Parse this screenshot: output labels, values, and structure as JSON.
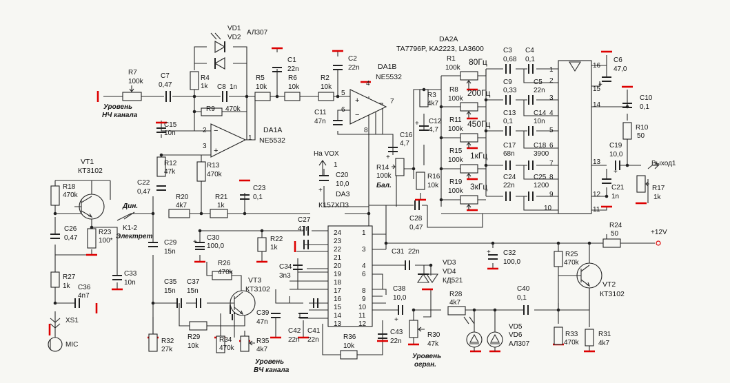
{
  "ic": {
    "da2a_name": "DA2A",
    "da2a_types": "TA7796P, KA2223, LA3600",
    "da1b_name": "DA1B",
    "da1b_type": "NE5532",
    "da1a_name": "DA1A",
    "da1a_type": "NE5532",
    "da3_name": "DA3",
    "da3_type": "К157ХП3"
  },
  "pins": {
    "da1b_4": "4",
    "da1b_5": "5",
    "da1b_6": "6",
    "da1b_7": "7",
    "da1b_8": "8",
    "da1a_1": "1",
    "da1a_2": "2",
    "da1a_3": "3",
    "da2a": [
      "1",
      "2",
      "3",
      "4",
      "5",
      "6",
      "7",
      "8",
      "9",
      "10",
      "11",
      "12",
      "13",
      "14",
      "15",
      "16"
    ],
    "da3_left": [
      "24",
      "23",
      "22",
      "21",
      "20",
      "19",
      "18",
      "17",
      "16",
      "15",
      "14",
      "13"
    ],
    "da3_right": [
      "1",
      "3",
      "4",
      "6",
      "8",
      "9",
      "10",
      "11",
      "12"
    ]
  },
  "parts": {
    "VD1": "VD1",
    "VD2": "VD2",
    "AL307a": "АЛ307",
    "R7": "R7",
    "R7v": "100k",
    "C7": "C7",
    "C7v": "0,47",
    "R4": "R4",
    "R4v": "1k",
    "C8": "C8",
    "C8v": "1n",
    "R9": "R9",
    "R9v": "470k",
    "R5": "R5",
    "R5v": "10k",
    "C1": "C1",
    "C1v": "22n",
    "R6": "R6",
    "R6v": "10k",
    "C2": "C2",
    "C2v": "22n",
    "R2": "R2",
    "R2v": "10k",
    "C11": "C11",
    "C11v": "47n",
    "C15": "C15",
    "C15v": "10n",
    "R12": "R12",
    "R12v": "47k",
    "R13": "R13",
    "R13v": "470k",
    "C22": "C22",
    "C22v": "0,47",
    "R20": "R20",
    "R20v": "4k7",
    "R21": "R21",
    "R21v": "1k",
    "C23": "C23",
    "C23v": "0,1",
    "VT1": "VT1",
    "VT1t": "КТ3102",
    "R18": "R18",
    "R18v": "470k",
    "R23": "R23",
    "R23v": "100*",
    "C26": "C26",
    "C26v": "0,47",
    "C33": "C33",
    "C33v": "10n",
    "R27": "R27",
    "R27v": "1k",
    "C36": "C36",
    "C36v": "4n7",
    "XS1": "XS1",
    "MIC": "MIC",
    "K12": "K1-2",
    "C29": "C29",
    "C29v": "15n",
    "C30": "C30",
    "C30v": "100,0",
    "R22": "R22",
    "R22v": "1k",
    "C27": "C27",
    "C27v": "47n",
    "C35": "C35",
    "C35v": "15n",
    "C37": "C37",
    "C37v": "15n",
    "R26": "R26",
    "R26v": "470k",
    "VT3": "VT3",
    "VT3t": "КТ3102",
    "R29": "R29",
    "R29v": "10k",
    "R32": "R32",
    "R32v": "27k",
    "R34": "R34",
    "R34v": "470k",
    "R35": "R35",
    "R35v": "4k7",
    "C39": "C39",
    "C39v": "47n",
    "C34": "C34",
    "C34v": "3n3",
    "C42": "C42",
    "C42v": "22n",
    "C41": "C41",
    "C41v": "22n",
    "R36": "R36",
    "R36v": "10k",
    "C43": "C43",
    "C43v": "22n",
    "C20": "C20",
    "C20v": "10,0",
    "one": "1",
    "R3": "R3",
    "R3v": "4k7",
    "C12": "C12",
    "C12v": "4,7",
    "C16": "C16",
    "C16v": "4,7",
    "R14": "R14",
    "R14v": "100k",
    "R16": "R16",
    "R16v": "10k",
    "C28": "C28",
    "C28v": "0,47",
    "R1": "R1",
    "R1v": "100k",
    "R8": "R8",
    "R8v": "100k",
    "R11": "R11",
    "R11v": "100k",
    "R15": "R15",
    "R15v": "100k",
    "R19": "R19",
    "R19v": "100k",
    "C3": "C3",
    "C3v": "0,68",
    "C4": "C4",
    "C4v": "0,1",
    "C9": "C9",
    "C9v": "0,33",
    "C5": "C5",
    "C5v": "22n",
    "C13": "C13",
    "C13v": "0,1",
    "C14": "C14",
    "C14v": "10n",
    "C17": "C17",
    "C17v": "68n",
    "C18": "C18",
    "C18v": "3900",
    "C24": "C24",
    "C24v": "22n",
    "C25": "C25",
    "C25v": "1200",
    "C6": "C6",
    "C6v": "47,0",
    "C10": "C10",
    "C10v": "0,1",
    "R10": "R10",
    "R10v": "50",
    "C19": "C19",
    "C19v": "10,0",
    "C21": "C21",
    "C21v": "1n",
    "R17": "R17",
    "R17v": "1k",
    "R24": "R24",
    "R24v": "50",
    "C31": "C31",
    "C31v": "22n",
    "VD3": "VD3",
    "VD4": "VD4",
    "KD521": "КД521",
    "C32": "C32",
    "C32v": "100,0",
    "C38": "C38",
    "C38v": "10,0",
    "R28": "R28",
    "R28v": "4k7",
    "C40": "C40",
    "C40v": "0,1",
    "R30": "R30",
    "R30v": "47k",
    "VD5": "VD5",
    "VD6": "VD6",
    "AL307b": "АЛ307",
    "R25": "R25",
    "R25v": "470k",
    "VT2": "VT2",
    "VT2t": "КТ3102",
    "R33": "R33",
    "R33v": "470k",
    "R31": "R31",
    "R31v": "4k7"
  },
  "freq": [
    "80Гц",
    "200Гц",
    "450Гц",
    "1кГц",
    "3кГц"
  ],
  "notes": {
    "nch_1": "Уровень",
    "nch_2": "НЧ канала",
    "vch_1": "Уровень",
    "vch_2": "ВЧ канала",
    "ogr_1": "Уровень",
    "ogr_2": "огран.",
    "din": "Дин.",
    "elektret": "Электрет",
    "bal": "Бал.",
    "vox": "На VOX",
    "out": "Выход1",
    "supply": "+12V"
  },
  "colors": {
    "ground": "#dd0000",
    "wire": "#2a2a2a",
    "background": "#f7f7f3"
  }
}
